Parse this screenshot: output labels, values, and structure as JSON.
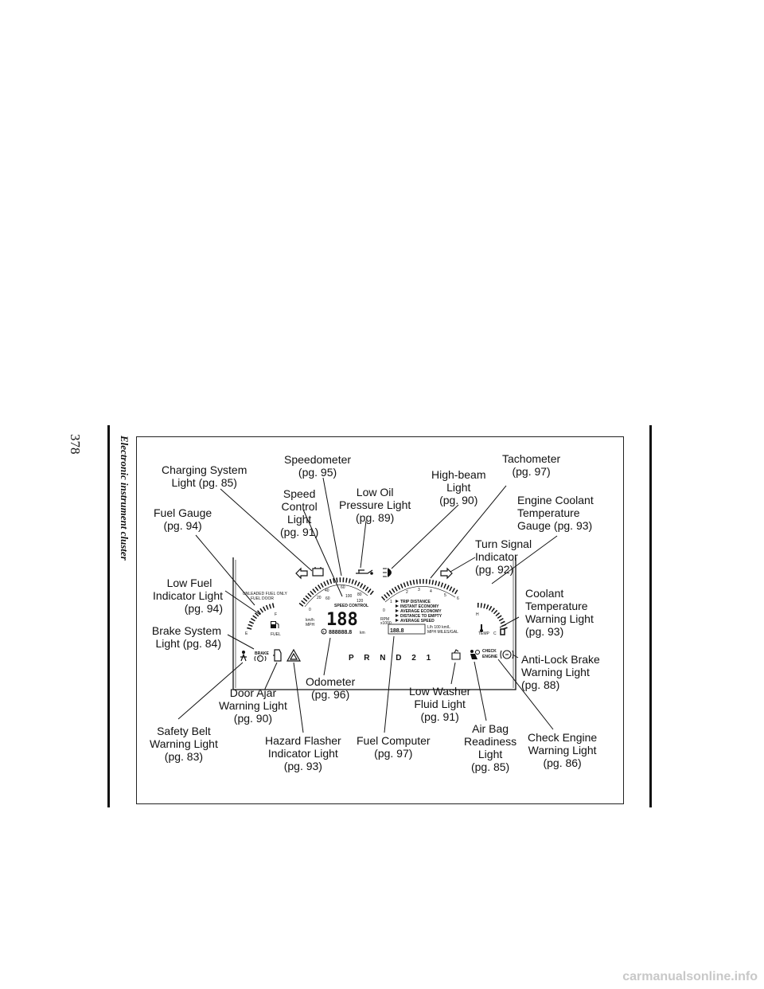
{
  "page": {
    "number": "378",
    "section_title": "Electronic instrument cluster"
  },
  "callouts": {
    "charging": [
      "Charging System",
      "Light (pg. 85)"
    ],
    "speedometer": [
      "Speedometer",
      "(pg. 95)"
    ],
    "speed_control": [
      "Speed",
      "Control",
      "Light",
      "(pg. 91)"
    ],
    "low_oil": [
      "Low Oil",
      "Pressure Light",
      "(pg. 89)"
    ],
    "high_beam": [
      "High-beam",
      "Light",
      "(pg. 90)"
    ],
    "tachometer": [
      "Tachometer",
      "(pg. 97)"
    ],
    "coolant_gauge": [
      "Engine Coolant",
      "Temperature",
      "Gauge (pg. 93)"
    ],
    "fuel_gauge": [
      "Fuel Gauge",
      "(pg. 94)"
    ],
    "turn_signal": [
      "Turn Signal",
      "Indicator",
      "(pg. 92)"
    ],
    "low_fuel": [
      "Low Fuel",
      "Indicator Light",
      "(pg. 94)"
    ],
    "coolant_warning": [
      "Coolant",
      "Temperature",
      "Warning Light",
      "(pg. 93)"
    ],
    "brake_system": [
      "Brake System",
      "Light (pg. 84)"
    ],
    "antilock": [
      "Anti-Lock Brake",
      "Warning Light",
      "(pg. 88)"
    ],
    "door_ajar": [
      "Door Ajar",
      "Warning Light",
      "(pg. 90)"
    ],
    "odometer": [
      "Odometer",
      "(pg. 96)"
    ],
    "low_washer": [
      "Low Washer",
      "Fluid Light",
      "(pg. 91)"
    ],
    "safety_belt": [
      "Safety Belt",
      "Warning Light",
      "(pg. 83)"
    ],
    "hazard": [
      "Hazard Flasher",
      "Indicator Light",
      "(pg. 93)"
    ],
    "fuel_computer": [
      "Fuel Computer",
      "(pg. 97)"
    ],
    "air_bag": [
      "Air Bag",
      "Readiness",
      "Light",
      "(pg. 85)"
    ],
    "check_engine": [
      "Check Engine",
      "Warning Light",
      "(pg. 86)"
    ]
  },
  "cluster": {
    "speed_readout": "188",
    "speed_control_label": "SPEED CONTROL",
    "km_h": "km/h",
    "mph": "MPH",
    "fuel_notice_1": "UNLEADED FUEL ONLY",
    "fuel_notice_2": "FUEL DOOR",
    "fuel_label": "FUEL",
    "odometer_readout": "888888.8",
    "odometer_unit": "km",
    "fuel_computer_readout": "188.8",
    "fuel_computer_units_1": "L/h  100 km/L",
    "fuel_computer_units_2": "MPH  MILES/GAL",
    "menu": [
      "TRIP DISTANCE",
      "INSTANT ECONOMY",
      "AVERAGE ECONOMY",
      "DISTANCE TO EMPTY",
      "AVERAGE SPEED"
    ],
    "gear": "P R N D 2 1",
    "brake_label": "BRAKE",
    "check_engine_1": "CHECK",
    "check_engine_2": "ENGINE",
    "temp_label": "TEMP",
    "temp_h": "H",
    "temp_c": "C"
  },
  "footer": "carmanualsonline.info"
}
